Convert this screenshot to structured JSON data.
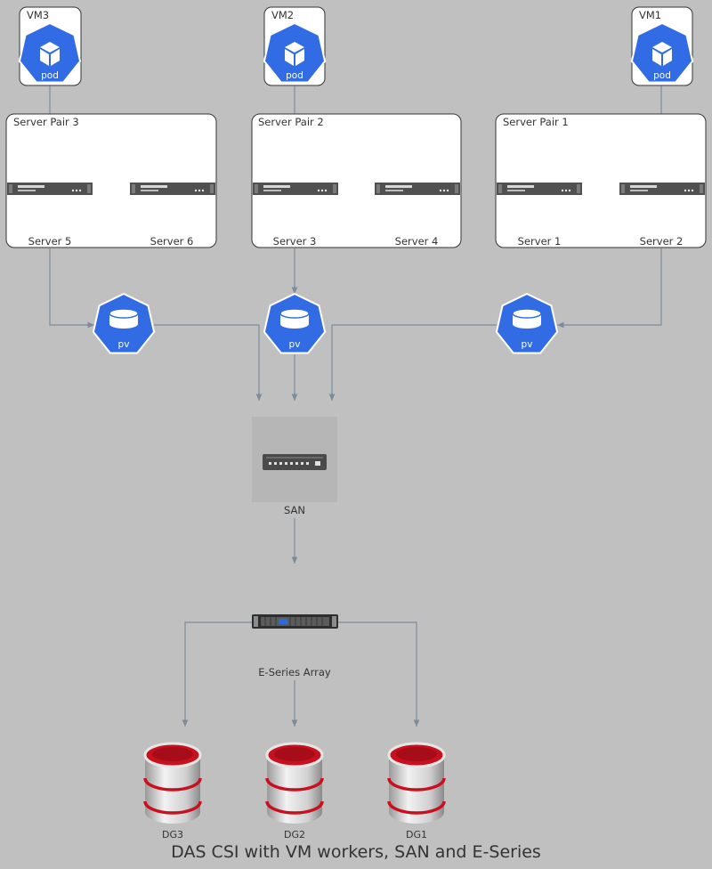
{
  "diagram": {
    "title": "DAS CSI with VM workers, SAN and E-Series",
    "vms": [
      {
        "label": "VM3",
        "pod_label": "pod"
      },
      {
        "label": "VM2",
        "pod_label": "pod"
      },
      {
        "label": "VM1",
        "pod_label": "pod"
      }
    ],
    "server_pairs": [
      {
        "label": "Server Pair 3",
        "servers": [
          "Server 5",
          "Server 6"
        ]
      },
      {
        "label": "Server Pair 2",
        "servers": [
          "Server 3",
          "Server 4"
        ]
      },
      {
        "label": "Server Pair 1",
        "servers": [
          "Server 1",
          "Server 2"
        ]
      }
    ],
    "pv_labels": [
      "pv",
      "pv",
      "pv"
    ],
    "san_label": "SAN",
    "array_label": "E-Series Array",
    "disk_groups": [
      "DG3",
      "DG2",
      "DG1"
    ],
    "colors": {
      "background": "#c0c0c0",
      "k8s_blue": "#326ce5",
      "connector": "#7d8a99",
      "disk_red": "#c8101e"
    }
  }
}
